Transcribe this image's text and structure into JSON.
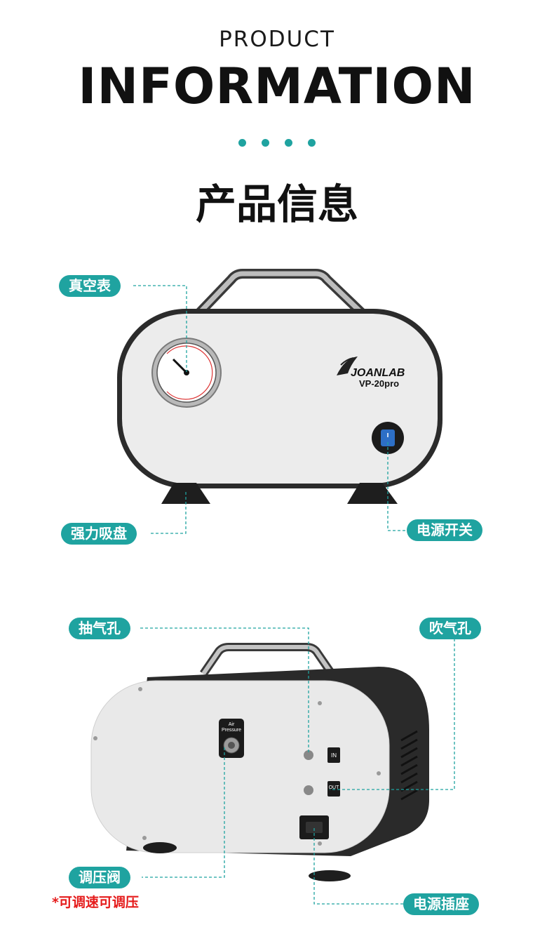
{
  "header": {
    "kicker": "PRODUCT",
    "headline": "INFORMATION",
    "title_cn": "产品信息"
  },
  "front_view": {
    "brand": "JOANLAB",
    "model": "VP-20pro",
    "labels": {
      "gauge": "真空表",
      "feet": "强力吸盘",
      "power_switch": "电源开关"
    }
  },
  "back_view": {
    "port_in": "IN",
    "port_out": "OUT",
    "knob_label_line1": "Air",
    "knob_label_line2": "Pressure",
    "labels": {
      "suction_port": "抽气孔",
      "blow_port": "吹气孔",
      "regulator_valve": "调压阀",
      "power_socket": "电源插座"
    },
    "note": "*可调速可调压"
  },
  "colors": {
    "accent": "#1fa3a0",
    "note": "#e51b1b",
    "body_dark": "#2b2b2b",
    "panel": "#ececec"
  }
}
